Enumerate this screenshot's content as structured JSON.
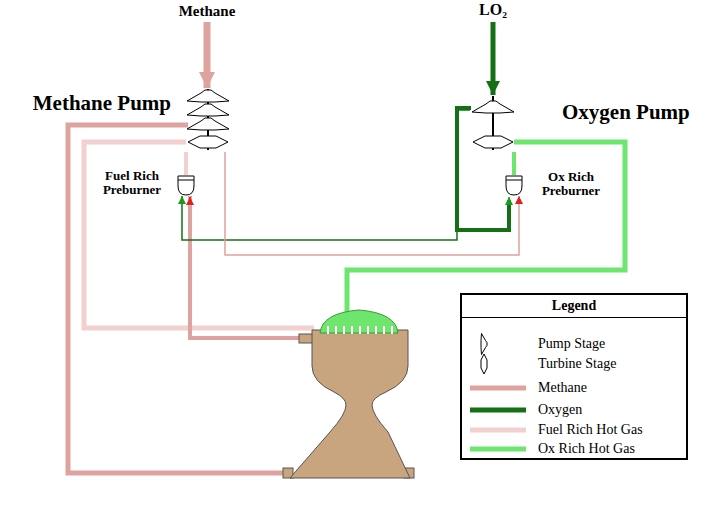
{
  "diagram": {
    "nodes": [
      {
        "text": [
          "Methane Pump"
        ]
      },
      {
        "text": [
          "Fuel Rich Preburner"
        ]
      },
      {
        "text": [
          "Oxygen Pump"
        ]
      },
      {
        "text": [
          "Ox Rich Preburner"
        ]
      }
    ],
    "edges": [
      {
        "from": 1,
        "to": 0,
        "arrow": "none"
      },
      {
        "from": 2,
        "to": 1,
        "arrow": "to"
      },
      {
        "from": 0,
        "to": 3,
        "arrow": "to"
      },
      {
        "from": 3,
        "to": 2,
        "arrow": "none"
      }
    ],
    "labels": [
      "Methane",
      "LO₂",
      "Legend"
    ],
    "legend": [
      {
        "text": "Pump Stage"
      },
      {
        "text": "Turbine Stage"
      },
      {
        "text": "Methane",
        "color": "#dea39e"
      },
      {
        "text": "Oxygen",
        "color": "#157015"
      },
      {
        "text": "Fuel Rich Hot Gas",
        "color": "#f2d0cf"
      },
      {
        "text": "Ox Rich Hot Gas",
        "color": "#6ee66e"
      }
    ]
  }
}
